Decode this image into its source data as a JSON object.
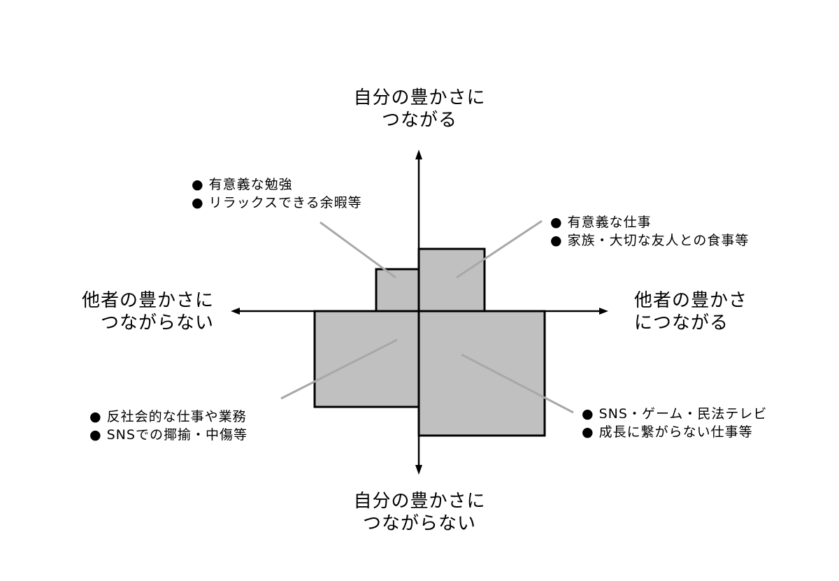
{
  "axis_labels": {
    "top": [
      "自分の豊かさに",
      "つながる"
    ],
    "bottom": [
      "自分の豊かさに",
      "つながらない"
    ],
    "left": [
      "他者の豊かさに",
      "つながらない"
    ],
    "right": [
      "他者の豊かさ",
      "につながる"
    ]
  },
  "quadrants": {
    "top_left": {
      "items": [
        "● 有意義な勉強",
        "● リラックスできる余暇等"
      ]
    },
    "top_right": {
      "items": [
        "● 有意義な仕事",
        "● 家族・大切な友人との食事等"
      ]
    },
    "bottom_left": {
      "items": [
        "● 反社会的な仕事や業務",
        "● SNSでの揶揄・中傷等"
      ]
    },
    "bottom_right": {
      "items": [
        "● SNS・ゲーム・民法テレビ",
        "● 成長に繋がらない仕事等"
      ]
    }
  },
  "colors": {
    "box_fill": "#c0c0c0",
    "box_border": "#000000",
    "axis": "#000000",
    "leader_line": "#a8a8a8"
  }
}
